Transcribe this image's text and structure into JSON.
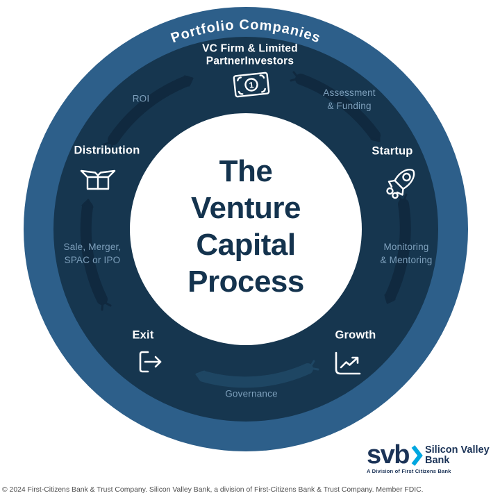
{
  "colors": {
    "background": "#FFFFFF",
    "ring_outer": "#2D5F8A",
    "ring_inner": "#16364F",
    "flow_arc_dark": "#10293F",
    "flow_arc_light": "#1E4663",
    "center_circle": "#FFFFFF",
    "title_text": "#14334E",
    "stage_label_text": "#FFFFFF",
    "sub_label_text": "#7EA0BC",
    "icon_stroke": "#FFFFFF",
    "curved_label_text": "#FFFFFF",
    "logo_navy": "#1B3357",
    "logo_cyan": "#00A7E0",
    "footer_text": "#4E4E4E"
  },
  "diagram": {
    "outer_ring_label": "Portfolio Companies",
    "title_lines": [
      "The",
      "Venture",
      "Capital",
      "Process"
    ],
    "stages": [
      {
        "label_lines": [
          "VC Firm & Limited",
          "PartnerInvestors"
        ],
        "icon": "banknote-icon",
        "banknote_value": "1"
      },
      {
        "label": "Startup",
        "icon": "rocket-icon"
      },
      {
        "label": "Growth",
        "icon": "growth-chart-icon"
      },
      {
        "label": "Exit",
        "icon": "exit-icon"
      },
      {
        "label": "Distribution",
        "icon": "open-box-icon"
      }
    ],
    "transitions": [
      {
        "label_lines": [
          "Assessment",
          "& Funding"
        ]
      },
      {
        "label_lines": [
          "Monitoring",
          "& Mentoring"
        ]
      },
      {
        "label": "Governance"
      },
      {
        "label_lines": [
          "Sale, Merger,",
          "SPAC or IPO"
        ]
      },
      {
        "label": "ROI"
      }
    ]
  },
  "logo": {
    "mark": "svb",
    "brand_line1": "Silicon Valley",
    "brand_line2": "Bank",
    "tagline": "A Division of First Citizens Bank"
  },
  "footer": {
    "copyright": "© 2024 First-Citizens Bank & Trust Company. Silicon Valley Bank, a division of First-Citizens Bank & Trust Company. Member FDIC."
  }
}
